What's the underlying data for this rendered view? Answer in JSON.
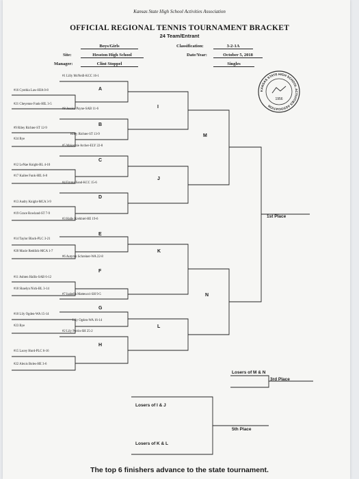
{
  "header": {
    "association": "Kansas State High School Activities Association",
    "title": "OFFICIAL REGIONAL TENNIS TOURNAMENT BRACKET",
    "subtitle": "24 Team/Entrant",
    "gender_value": "Boys/Girls",
    "site_label": "Site:",
    "site_value": "Hesston High School",
    "manager_label": "Manager:",
    "manager_value": "Clint Stoppel",
    "classification_label": "Classification:",
    "classification_value": "3-2-1A",
    "date_label": "Date/Year:",
    "date_value": "October 5, 2018",
    "event_value": "Singles"
  },
  "players": [
    {
      "text": "#1   Lilly McNeill-KCC 16-1"
    },
    {
      "text": "#16  Cynthia Law-HIA 0-8"
    },
    {
      "text": "#21  Cheyenne Funk-HIL 3-5"
    },
    {
      "text": "#8   Jessica Payne-SAB 11-6"
    },
    {
      "text": "#9   Riley Richter-ST 12-9"
    },
    {
      "text": "Riley Richter-ST 13-9"
    },
    {
      "text": "#24  Bye"
    },
    {
      "text": "#5   Makenzie Archer-ELY 22-8"
    },
    {
      "text": "#12  LeNae Knight-BL 4-10"
    },
    {
      "text": "#17  Kailee Funk-HIL 6-8"
    },
    {
      "text": "#4   Emma Sand-KCC 15-6"
    },
    {
      "text": "#13  Audry Knight-MCA 3-9"
    },
    {
      "text": "#19  Grace Rowland-ST 7-9"
    },
    {
      "text": "#3   Halle Krehbiel-HE 19-6"
    },
    {
      "text": "#14  Taylor Black-PLC 3-21"
    },
    {
      "text": "#20  Macie Reddick-MCA 1-7"
    },
    {
      "text": "#6   Autymn Schreiner-WA 22-8"
    },
    {
      "text": "#11  Ashten Hallis-SAB 6-12"
    },
    {
      "text": "#18  Shaelyn Nick-BL 3-14"
    },
    {
      "text": "#7   Isabella Matteucci-SH 9-5"
    },
    {
      "text": "#10  Lily Ogden-WA 15-14"
    },
    {
      "text": "Lily Ogden-WA 16-14"
    },
    {
      "text": "#23  Bye"
    },
    {
      "text": "#2   Lily Perrin-SH 25-2"
    },
    {
      "text": "#15  Lacey Hurd-PLC 6-16"
    },
    {
      "text": "#22  Alexis Boles-HE 3-6"
    }
  ],
  "matches": {
    "A": "A",
    "B": "B",
    "C": "C",
    "D": "D",
    "E": "E",
    "F": "F",
    "G": "G",
    "H": "H",
    "I": "I",
    "J": "J",
    "K": "K",
    "L": "L",
    "M": "M",
    "N": "N"
  },
  "places": {
    "first": "1st Place",
    "third": "3rd Place",
    "fifth": "5th Place",
    "losers_mn": "Losers of M & N",
    "losers_ij": "Losers of I & J",
    "losers_kl": "Losers of K & L"
  },
  "seal_text": "KANSAS STATE HIGH SCHOOL ACTIVITIES ASSOCIATION",
  "seal_year": "1956",
  "footer": "The top 6 finishers advance to the state tournament."
}
